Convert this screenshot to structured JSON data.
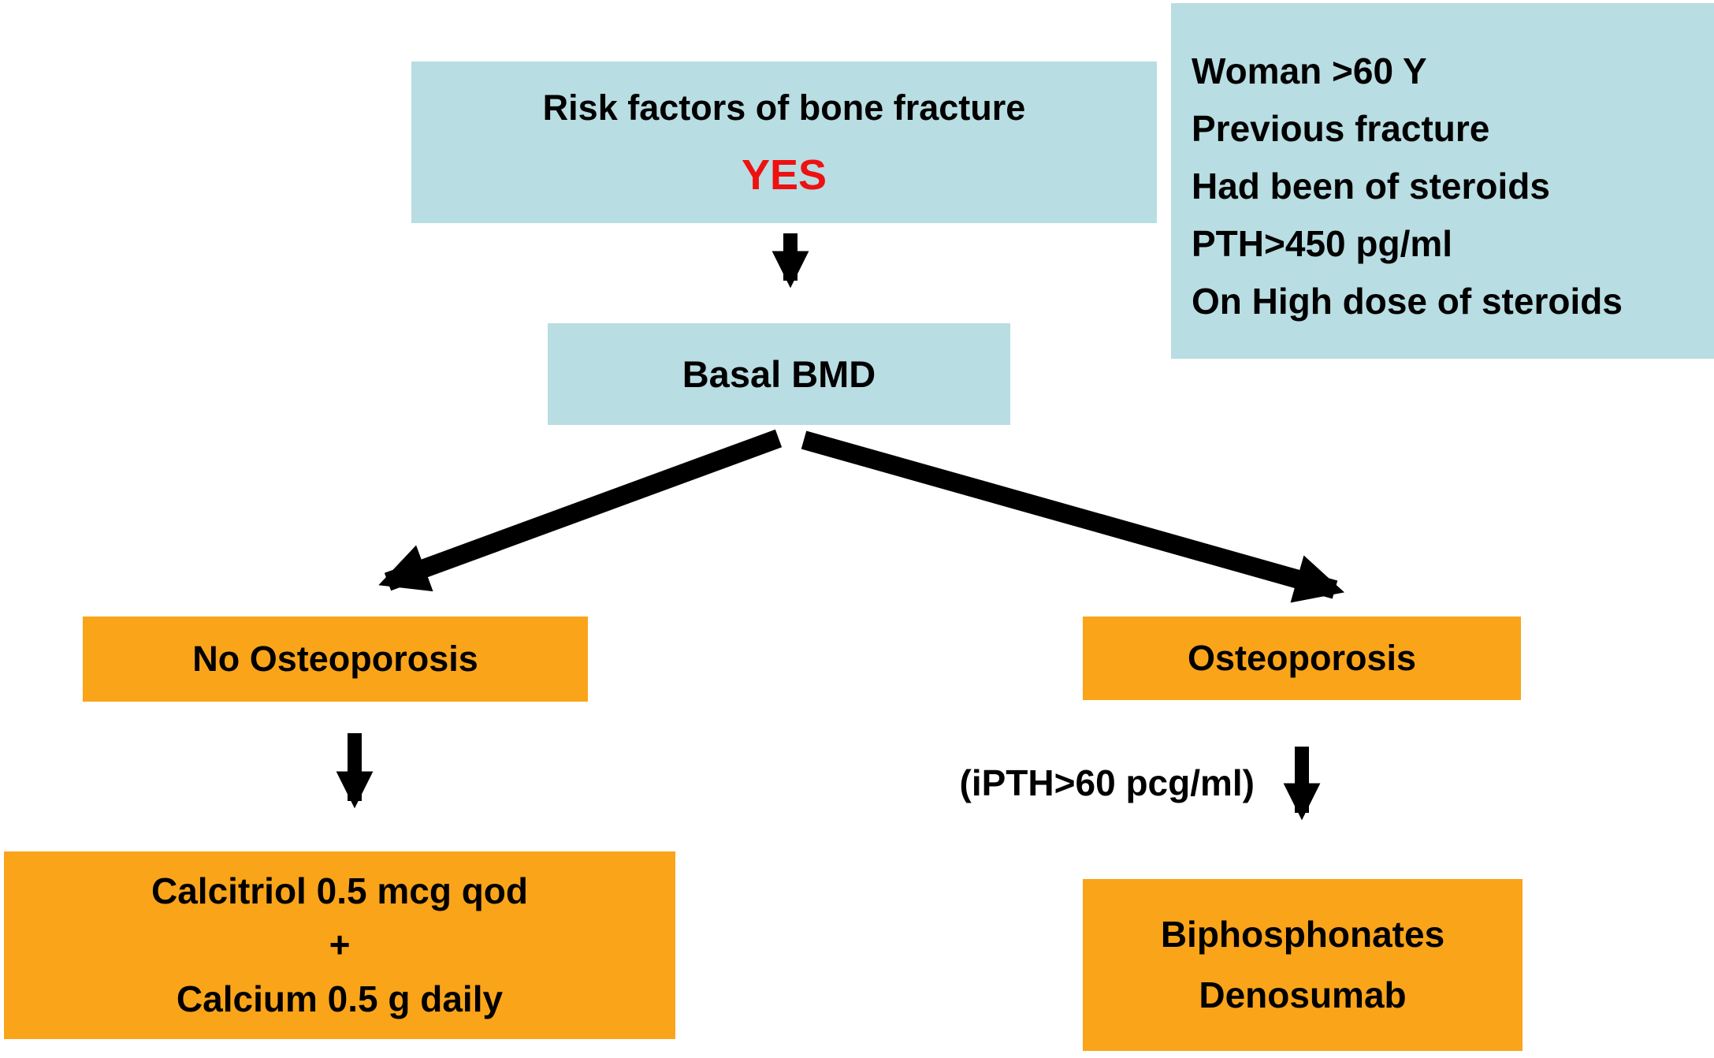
{
  "flowchart": {
    "risk_node": {
      "line1": "Risk factors of bone fracture",
      "line2": "YES"
    },
    "criteria_node": {
      "items": [
        "Woman >60 Y",
        "Previous fracture",
        "Had been of steroids",
        "PTH>450 pg/ml",
        "On High dose of steroids"
      ]
    },
    "basal_node": {
      "label": "Basal BMD"
    },
    "no_osteoporosis_node": {
      "label": "No Osteoporosis"
    },
    "osteoporosis_node": {
      "label": "Osteoporosis"
    },
    "treatment_left_node": {
      "line1": "Calcitriol 0.5 mcg qod",
      "line2": "+",
      "line3": "Calcium 0.5 g daily"
    },
    "treatment_right_node": {
      "line1": "Biphosphonates",
      "line2": "Denosumab"
    },
    "condition_label": "(iPTH>60 pcg/ml)"
  },
  "colors": {
    "box-blue": "#b8dde2",
    "box-orange": "#faa41a",
    "yes-red": "#ee1111",
    "arrow-black": "#000000"
  }
}
